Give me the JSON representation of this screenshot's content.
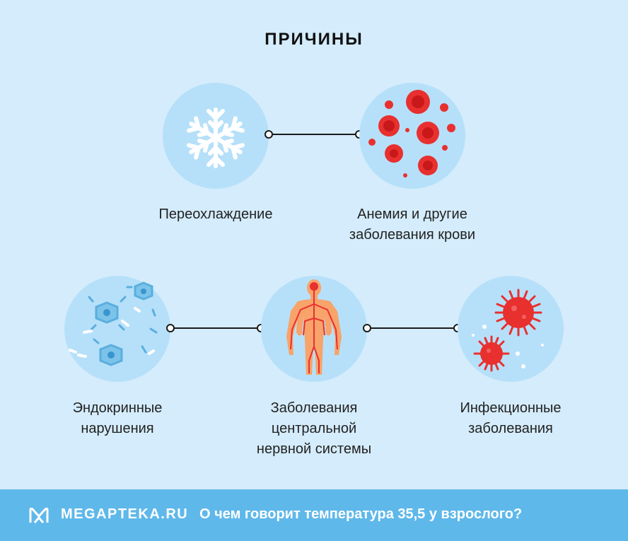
{
  "title": "ПРИЧИНЫ",
  "causes": [
    {
      "lines": [
        "Переохлаждение"
      ],
      "icon": "snowflake-icon"
    },
    {
      "lines": [
        "Анемия и другие",
        "заболевания крови"
      ],
      "icon": "blood-cells-icon"
    },
    {
      "lines": [
        "Эндокринные",
        "нарушения"
      ],
      "icon": "endocrine-cells-icon"
    },
    {
      "lines": [
        "Заболевания",
        "центральной",
        "нервной системы"
      ],
      "icon": "nervous-system-icon"
    },
    {
      "lines": [
        "Инфекционные",
        "заболевания"
      ],
      "icon": "virus-icon"
    }
  ],
  "footer": {
    "brand": "MEGAPTEKA.RU",
    "article_title": "О чем говорит температура 35,5 у взрослого?",
    "logo_icon": "megapteka-logo-icon"
  },
  "colors": {
    "background": "#d4ecfb",
    "circle": "#b6e0f9",
    "footer": "#5fb8ea",
    "accent_red": "#e8302f"
  }
}
